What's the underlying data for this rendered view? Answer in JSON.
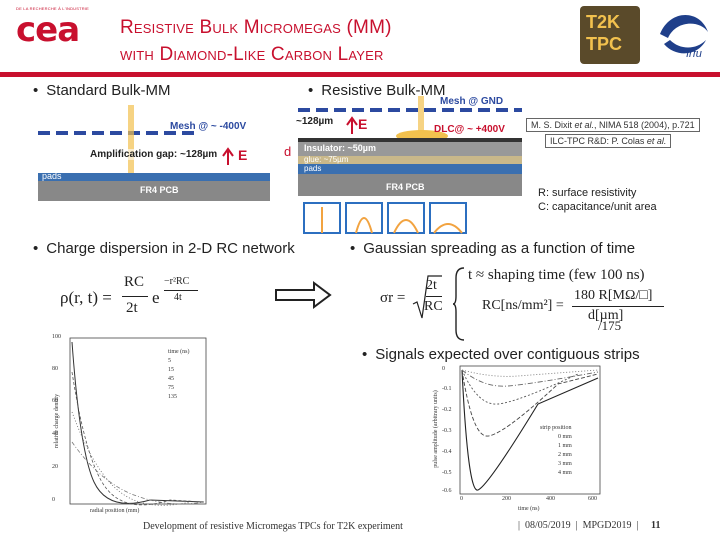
{
  "header": {
    "logo_tagline": "DE LA RECHERCHE À L'INDUSTRIE",
    "logo_text": "cea",
    "title_line1": "Resistive Bulk Micromegas (MM)",
    "title_line2": "with Diamond-Like Carbon Layer",
    "t2k_logo_t2k": "T2K",
    "t2k_logo_tpc": "TPC",
    "irfu_logo": "Irfu",
    "accent_color": "#c8102e"
  },
  "left_section": {
    "bullet": "Standard Bulk-MM",
    "mesh_label": "Mesh @ ~ -400V",
    "gap_label": "Amplification gap: ~128µm",
    "field_label": "E",
    "pads_label": "pads",
    "pcb_label": "FR4 PCB"
  },
  "right_section": {
    "bullet": "Resistive Bulk-MM",
    "mesh_label": "Mesh @ GND",
    "gap_label": "~128µm",
    "field_label": "E",
    "dlc_label": "DLC@ ~ +400V",
    "d_label": "d",
    "insulator_label": "Insulator: ~50µm",
    "glue_label": "glue: ~75µm",
    "pads_label": "pads",
    "pcb_label": "FR4 PCB",
    "ref1_prefix": "M. S. Dixit ",
    "ref1_italic": "et al.",
    "ref1_suffix": ", NIMA 518 (2004), p.721",
    "ref2_prefix": "ILC-TPC R&D: P. Colas ",
    "ref2_italic": "et al.",
    "note_r": "R: surface resistivity",
    "note_c": "C: capacitance/unit area"
  },
  "charge_dispersion": {
    "bullet": "Charge dispersion in 2-D RC network",
    "eq_lhs": "ρ(r, t) =",
    "eq_num": "RC",
    "eq_den": "2t",
    "eq_exp_num": "−r²RC",
    "eq_exp_den": "4t",
    "eq_e": "e"
  },
  "gaussian": {
    "bullet": "Gaussian spreading as a function of time",
    "sigma_lhs": "σr =",
    "sigma_num": "2t",
    "sigma_den": "RC",
    "t_line": "t  ≈ shaping time (few 100 ns)",
    "rc_lhs": "RC[ns/mm²] =",
    "rc_num": "180 R[MΩ/□]",
    "rc_den": "d[µm]",
    "rc_tail": "/175"
  },
  "signals": {
    "bullet": "Signals expected over contiguous strips"
  },
  "plot1": {
    "ylabel": "relative charge density",
    "xlabel": "radial position (mm)",
    "legend_title": "time (ns)",
    "legend_items": [
      "5",
      "15",
      "45",
      "75",
      "135"
    ],
    "y_ticks": [
      "100",
      "80",
      "60",
      "40",
      "20",
      "0"
    ]
  },
  "plot2": {
    "ylabel": "pulse amplitude (arbitrary units)",
    "xlabel": "time (ns)",
    "legend_title": "strip position",
    "legend_items": [
      "0 mm",
      "1 mm",
      "2 mm",
      "3 mm",
      "4 mm"
    ],
    "y_ticks": [
      "0",
      "-0.1",
      "-0.2",
      "-0.3",
      "-0.4",
      "-0.5",
      "-0.6"
    ],
    "x_ticks": [
      "0",
      "200",
      "400",
      "600"
    ]
  },
  "footer": {
    "text": "Development of resistive Micromegas TPCs for T2K experiment",
    "date": "08/05/2019",
    "conference": "MPGD2019",
    "page": "11"
  }
}
